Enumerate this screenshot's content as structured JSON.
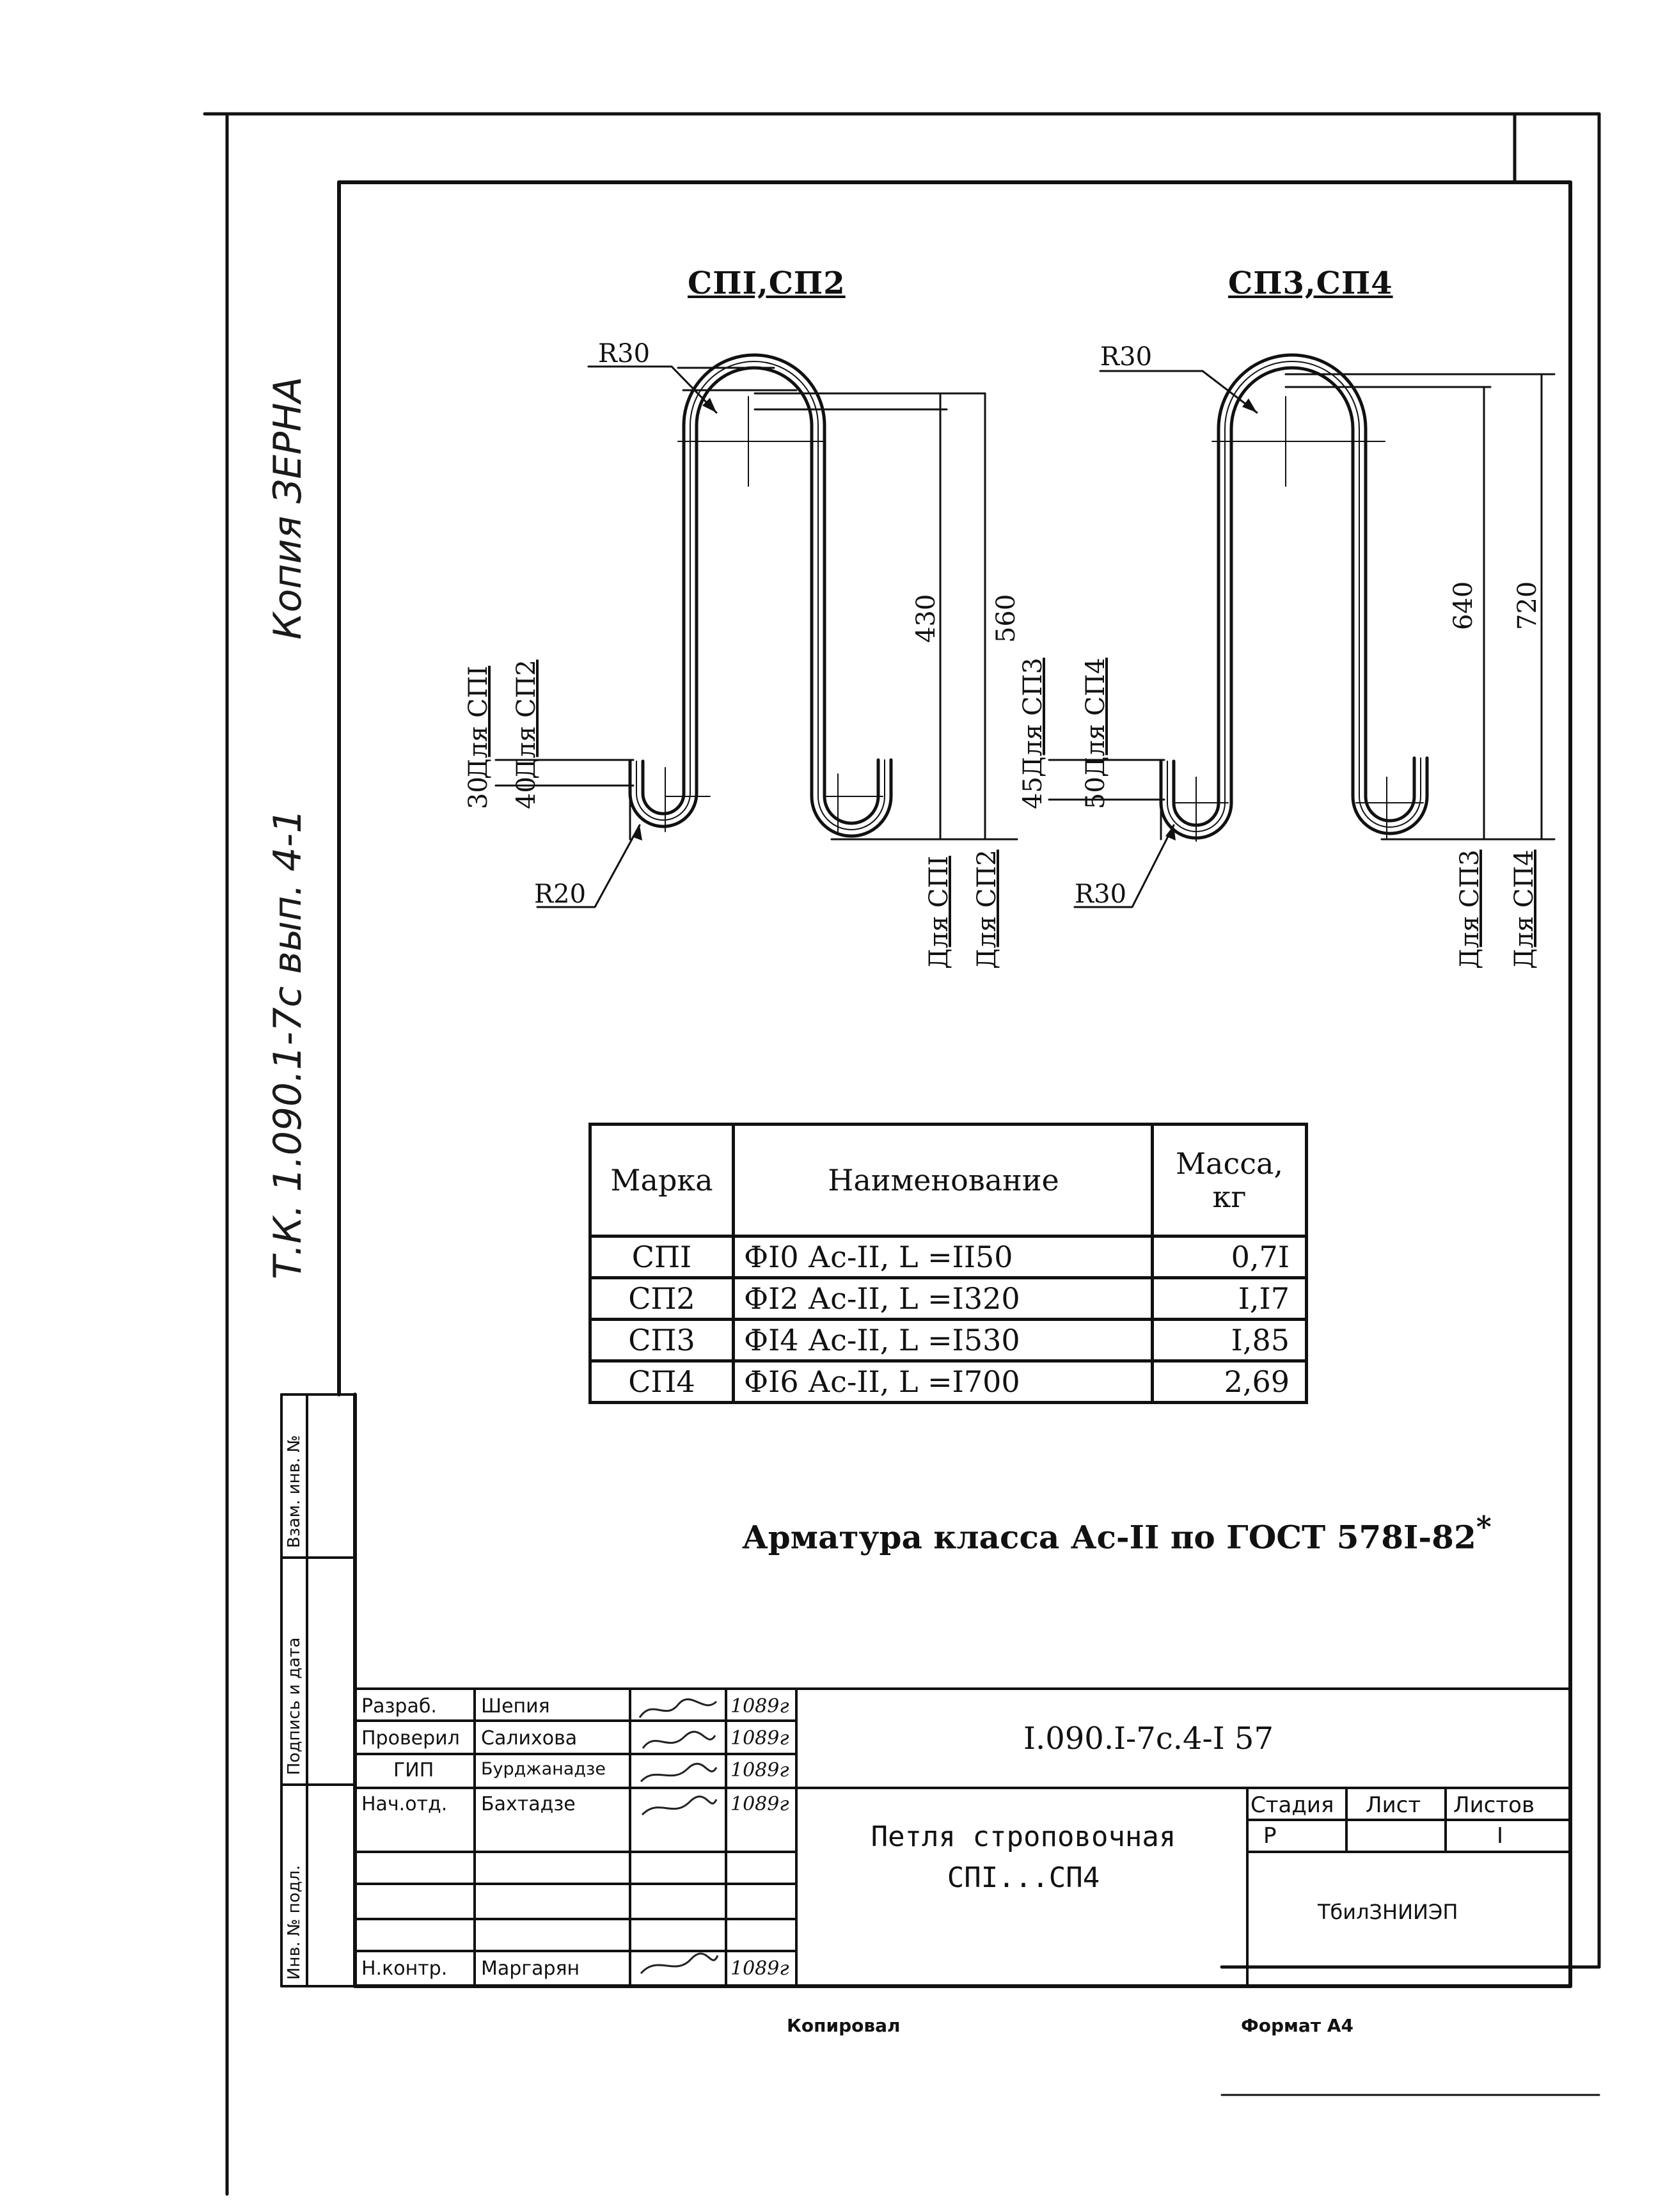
{
  "side_notes": {
    "copy_note": "Копия ЗЕРНА",
    "series_note": "Т.К. 1.090.1-7с вып. 4-1"
  },
  "views": {
    "left_title": "СПI,СП2",
    "right_title": "СП3,СП4"
  },
  "dimensions": {
    "left": {
      "radius_top": "R30",
      "radius_bottom": "R20",
      "height_inner": "430",
      "height_outer": "560",
      "hook_1_value": "30",
      "hook_1_label": "Для СПI",
      "hook_2_value": "40",
      "hook_2_label": "Для СП2",
      "for_a": "Для СПI",
      "for_b": "Для СП2"
    },
    "right": {
      "radius_top": "R30",
      "radius_bottom": "R30",
      "height_inner": "640",
      "height_outer": "720",
      "hook_1_value": "45",
      "hook_1_label": "Для СП3",
      "hook_2_value": "50",
      "hook_2_label": "Для СП4",
      "for_a": "Для СП3",
      "for_b": "Для СП4"
    }
  },
  "spec_table": {
    "headers": [
      "Марка",
      "Наименование",
      "Масса,\nкг"
    ],
    "rows": [
      {
        "mark": "СПI",
        "name": "ФI0 Ас-II,  L =II50",
        "mass": "0,7I"
      },
      {
        "mark": "СП2",
        "name": "ФI2 Ас-II,  L =I320",
        "mass": "I,I7"
      },
      {
        "mark": "СП3",
        "name": "ФI4 Ас-II,  L =I530",
        "mass": "I,85"
      },
      {
        "mark": "СП4",
        "name": "ФI6 Ас-II,  L =I700",
        "mass": "2,69"
      }
    ]
  },
  "note": {
    "text": "Арматура класса Ас-II по ГОСТ 578I-82",
    "mark": "*"
  },
  "side_stamp": {
    "inv_replace": "Взам. инв. №",
    "sign_date": "Подпись и дата",
    "inv_orig": "Инв. № подл."
  },
  "title_block": {
    "roles": [
      "Разраб.",
      "Проверил",
      "ГИП",
      "Нач.отд.",
      "",
      "",
      "Н.контр."
    ],
    "names": [
      "Шепия",
      "Салихова",
      "Бурджанадзе",
      "Бахтадзе",
      "",
      "",
      "Маргарян"
    ],
    "dates": [
      "1089г",
      "1089г",
      "1089г",
      "1089г",
      "",
      "",
      "1089г"
    ],
    "doc_number": "I.090.I-7с.4-I 57",
    "title_line1": "Петля строповочная",
    "title_line2": "СПI...СП4",
    "stage_label": "Стадия",
    "sheet_label": "Лист",
    "sheets_label": "Листов",
    "stage_value": "Р",
    "sheets_value": "I",
    "org": "ТбилЗНИИЭП"
  },
  "footer": {
    "copied": "Копировал",
    "format": "Формат А4"
  }
}
